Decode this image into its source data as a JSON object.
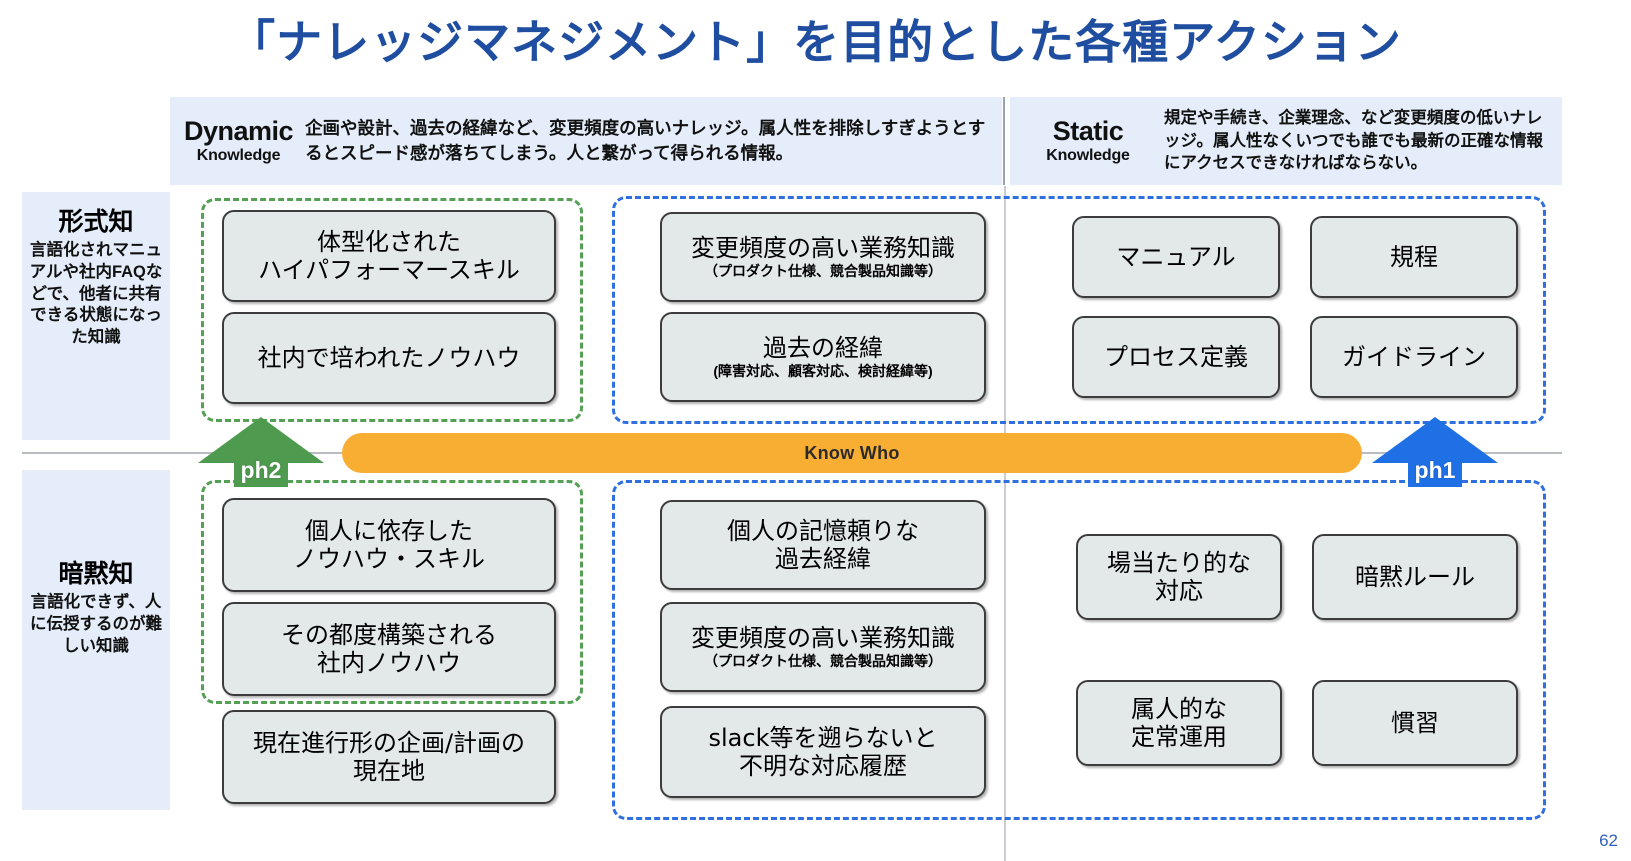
{
  "slide": {
    "title": "「ナレッジマネジメント」を目的とした各種アクション",
    "page_number": "62",
    "colors": {
      "title_blue": "#1F4EA1",
      "header_band": "#E4EDF9",
      "node_fill": "#E3E8E8",
      "node_border": "#3C3C3C",
      "green_dashed": "#55A055",
      "blue_dashed": "#2F6FE0",
      "orange_band": "#F8AE32",
      "ph1_arrow": "#1F6FE5",
      "ph2_arrow": "#4E9A4E"
    }
  },
  "header": {
    "dynamic": {
      "key_line1": "Dynamic",
      "key_line2": "Knowledge",
      "description": "企画や設計、過去の経緯など、変更頻度の高いナレッジ。属人性を排除しすぎようとするとスピード感が落ちてしまう。人と繋がって得られる情報。"
    },
    "static": {
      "key_line1": "Static",
      "key_line2": "Knowledge",
      "description": "規定や手続き、企業理念、など変更頻度の低いナレッジ。属人性なくいつでも誰でも最新の正確な情報にアクセスできなければならない。"
    }
  },
  "axis": {
    "explicit": {
      "title": "形式知",
      "description": "言語化されマニュアルや社内FAQなどで、他者に共有できる状態になった知識"
    },
    "tacit": {
      "title": "暗黙知",
      "description": "言語化できず、人に伝授するのが難しい知識"
    }
  },
  "band": {
    "label": "Know Who"
  },
  "arrows": {
    "ph2": {
      "label": "ph2",
      "direction": "up"
    },
    "ph1": {
      "label": "ph1",
      "direction": "up"
    }
  },
  "nodes": {
    "explicit_dynamic_green": [
      {
        "label": "体型化された\nハイパフォーマースキル",
        "sub": ""
      },
      {
        "label": "社内で培われたノウハウ",
        "sub": ""
      }
    ],
    "explicit_dynamic_blue": [
      {
        "label": "変更頻度の高い業務知識",
        "sub": "（プロダクト仕様、競合製品知識等）"
      },
      {
        "label": "過去の経緯",
        "sub": "(障害対応、顧客対応、検討経緯等)"
      }
    ],
    "explicit_static": [
      {
        "label": "マニュアル",
        "sub": ""
      },
      {
        "label": "規程",
        "sub": ""
      },
      {
        "label": "プロセス定義",
        "sub": ""
      },
      {
        "label": "ガイドライン",
        "sub": ""
      }
    ],
    "tacit_dynamic_green": [
      {
        "label": "個人に依存した\nノウハウ・スキル",
        "sub": ""
      },
      {
        "label": "その都度構築される\n社内ノウハウ",
        "sub": ""
      }
    ],
    "tacit_dynamic_outside": [
      {
        "label": "現在進行形の企画/計画の\n現在地",
        "sub": ""
      }
    ],
    "tacit_dynamic_blue": [
      {
        "label": "個人の記憶頼りな\n過去経緯",
        "sub": ""
      },
      {
        "label": "変更頻度の高い業務知識",
        "sub": "（プロダクト仕様、競合製品知識等）"
      },
      {
        "label": "slack等を遡らないと\n不明な対応履歴",
        "sub": ""
      }
    ],
    "tacit_static": [
      {
        "label": "場当たり的な\n対応",
        "sub": ""
      },
      {
        "label": "暗黙ルール",
        "sub": ""
      },
      {
        "label": "属人的な\n定常運用",
        "sub": ""
      },
      {
        "label": "慣習",
        "sub": ""
      }
    ]
  }
}
